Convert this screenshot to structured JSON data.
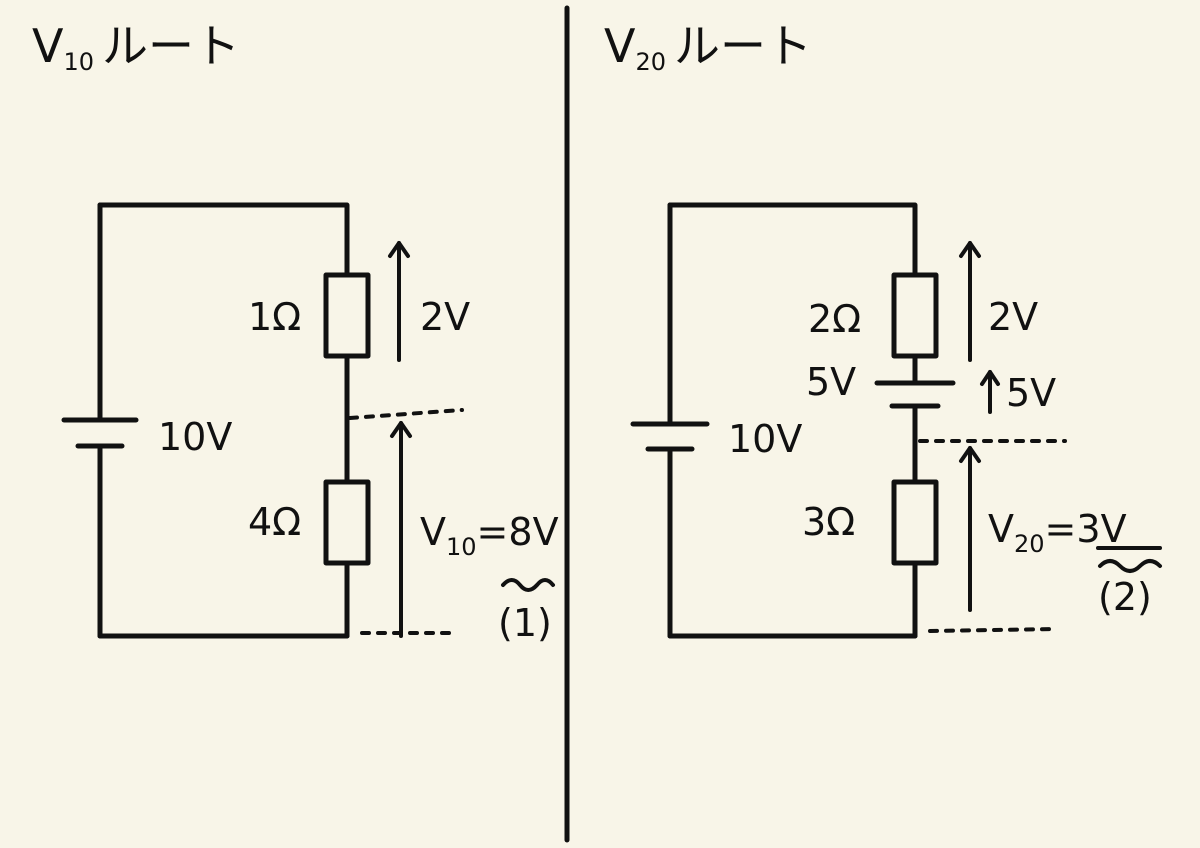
{
  "left": {
    "title_main": "V",
    "title_sub": "10",
    "title_rest": "ルート",
    "source": "10V",
    "r_top": "1Ω",
    "v_top": "2V",
    "r_bottom": "4Ω",
    "result_main": "V",
    "result_sub": "10",
    "result_rest": "=8V",
    "mark": "(1)"
  },
  "right": {
    "title_main": "V",
    "title_sub": "20",
    "title_rest": "ルート",
    "source": "10V",
    "r_top": "2Ω",
    "v_top": "2V",
    "battery": "5V",
    "battery_arrow": "5V",
    "r_bottom": "3Ω",
    "result_main": "V",
    "result_sub": "20",
    "result_rest": "=3V",
    "mark": "(2)"
  }
}
